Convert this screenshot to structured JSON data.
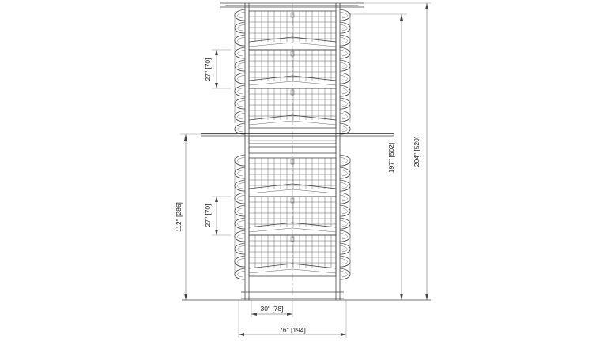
{
  "drawing": {
    "dimensions": {
      "tier_spacing_upper": "27\" [70]",
      "tier_spacing_lower": "27\" [70]",
      "lower_height": "112\" [286]",
      "mid_height": "197\" [502]",
      "total_height": "204\" [520]",
      "inner_width": "30\" [78]",
      "overall_width": "76\" [194]"
    }
  }
}
